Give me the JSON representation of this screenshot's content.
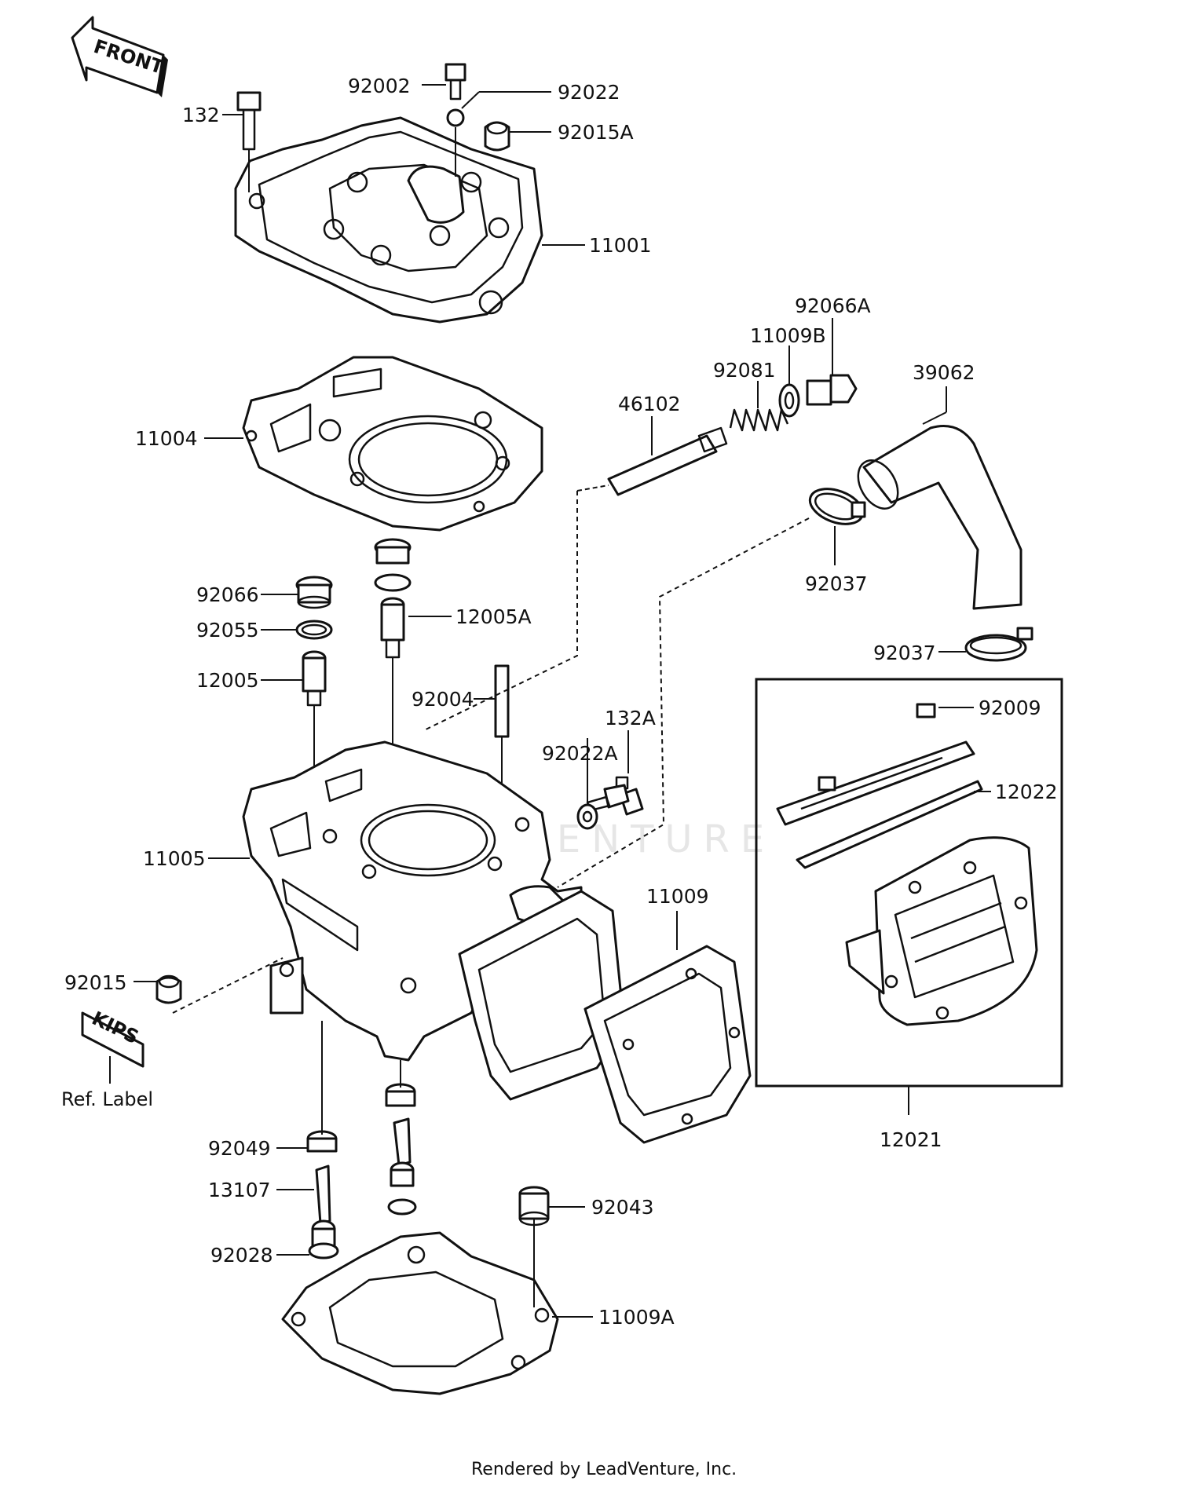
{
  "diagram": {
    "front_arrow_text": "FRONT",
    "kips_text": "KIPS",
    "ref_label": "Ref. Label",
    "watermark": "LEADVENTURE",
    "footer": "Rendered by LeadVenture, Inc.",
    "part_numbers": {
      "p132": "132",
      "p92002": "92002",
      "p92022": "92022",
      "p92015A": "92015A",
      "p11001": "11001",
      "p92066A": "92066A",
      "p11009B": "11009B",
      "p92081": "92081",
      "p39062": "39062",
      "p46102": "46102",
      "p11004": "11004",
      "p92037a": "92037",
      "p92037b": "92037",
      "p92066": "92066",
      "p12005A": "12005A",
      "p92055": "92055",
      "p12005": "12005",
      "p92004": "92004",
      "p132A": "132A",
      "p92022A": "92022A",
      "p92009": "92009",
      "p12022": "12022",
      "p11005": "11005",
      "p11009": "11009",
      "p92015": "92015",
      "p12021": "12021",
      "p92049": "92049",
      "p13107": "13107",
      "p92043": "92043",
      "p92028": "92028",
      "p11009A": "11009A"
    }
  }
}
